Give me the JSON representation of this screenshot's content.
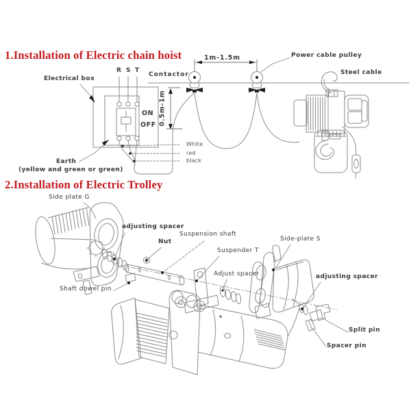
{
  "meta": {
    "background": "#ffffff",
    "line_color": "#8a8a8a",
    "ink_color": "#1f1f1f",
    "label_color": "#3a3a3a",
    "title_color": "#c2191d"
  },
  "section1": {
    "title": "1.Installation of Electric chain hoist",
    "dim_h": "1m-1.5m",
    "dim_v": "0.5m-1m",
    "power_cable_pulley": "Power cable pulley",
    "steel_cable": "Steel cable",
    "electrical_box": "Electrical box",
    "contactor": "Contactor",
    "terminal_r": "R",
    "terminal_s": "S",
    "terminal_t": "T",
    "on": "ON",
    "off": "OFF",
    "wire_white": "White",
    "wire_red": "red",
    "wire_black": "black",
    "earth": "Earth",
    "earth_note": "(yellow and green or green)"
  },
  "section2": {
    "title": "2.Installation of Electric Trolley",
    "side_plate_g": "Side plate G",
    "adjusting_spacer_1": "adjusting spacer",
    "nut": "Nut",
    "suspension_shaft": "Suspension shaft",
    "suspender_t": "Suspender T",
    "side_plate_s": "Side-plate S",
    "adjust_spacer": "Adjust spacer",
    "adjusting_spacer_2": "adjusting spacer",
    "shaft_dowel_pin": "Shaft dowel pin",
    "split_pin": "Split pin",
    "spacer_pin": "Spacer pin"
  }
}
